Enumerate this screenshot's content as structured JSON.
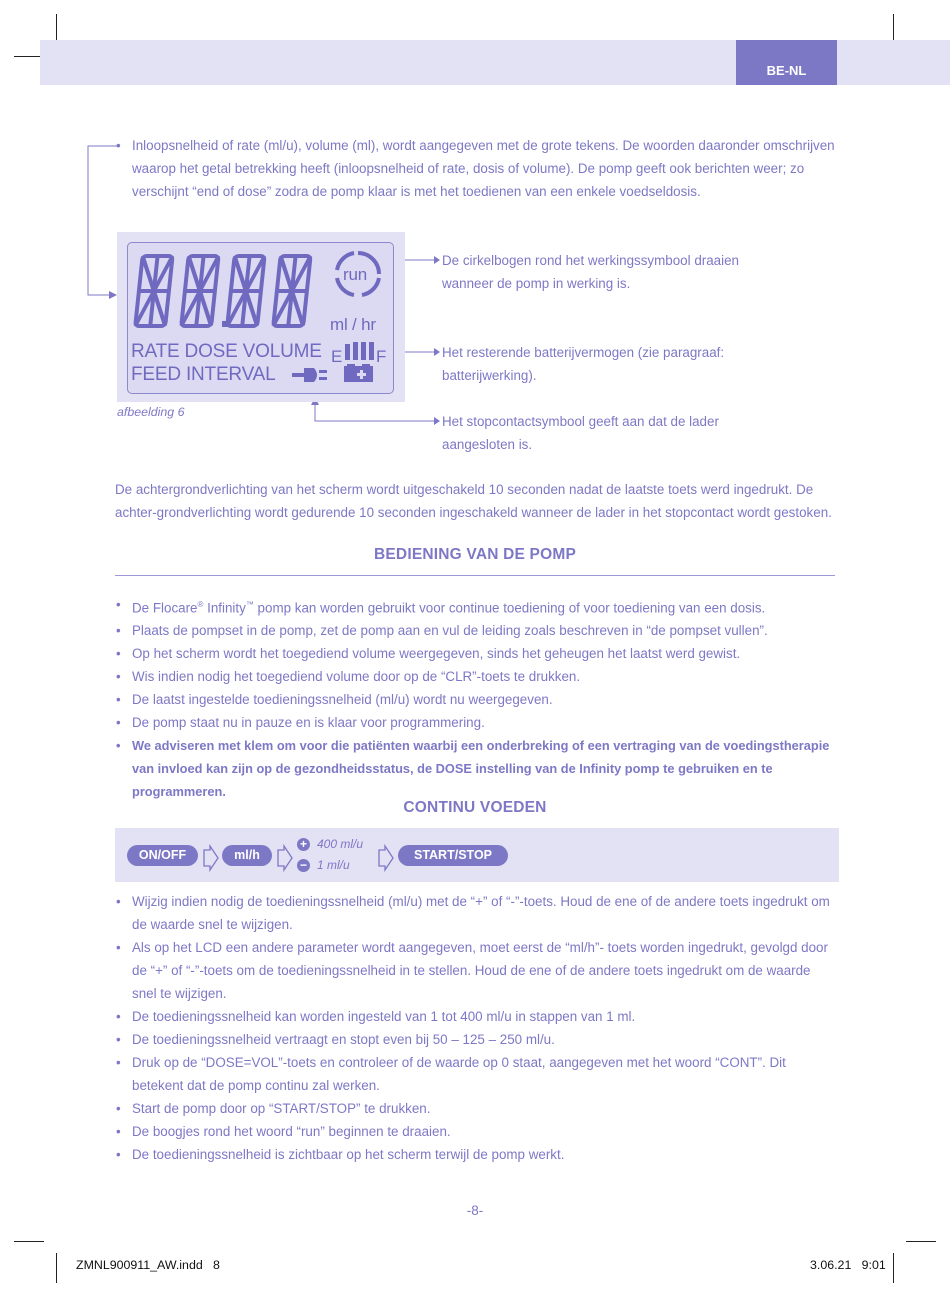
{
  "header": {
    "lang": "BE-NL"
  },
  "intro_bullet": "Inloopsnelheid of rate (ml/u), volume (ml), wordt aangegeven met de grote tekens. De woorden daaronder omschrijven waarop het getal betrekking heeft (inloopsnelheid of rate, dosis of volume). De pomp geeft ook berichten weer; zo verschijnt “end of dose” zodra de pomp klaar is met het toedienen van een enkele voedseldosis.",
  "lcd": {
    "digits": "88.88",
    "run": "run",
    "unit": "ml / hr",
    "line1": "RATE DOSE VOLUME",
    "line2": "FEED INTERVAL",
    "battery_empty": "E",
    "battery_full": "F"
  },
  "figure_caption": "afbeelding 6",
  "callouts": {
    "run": "De cirkelbogen rond het werkingssymbool draaien wanneer de pomp in werking is.",
    "battery": "Het resterende batterijvermogen (zie paragraaf: batterijwerking).",
    "plug": "Het stopcontactsymbool geeft aan dat de lader aangesloten is."
  },
  "backlight_text": "De achtergrondverlichting van het scherm wordt uitgeschakeld 10 seconden nadat de laatste toets werd ingedrukt. De achter-grondverlichting wordt gedurende 10 seconden ingeschakeld wanneer de lader in het stopcontact wordt gestoken.",
  "section1": {
    "title": "BEDIENING VAN DE POMP",
    "first_bullet": {
      "before": "De Flocare",
      "reg": "®",
      "brand": " Infinity",
      "tm": "™",
      "after": " pomp kan worden gebruikt voor continue toediening of voor toediening van een dosis."
    },
    "bullets": [
      "Plaats de pompset in de pomp, zet de pomp aan en vul de leiding zoals beschreven in “de pompset vullen”.",
      "Op het scherm wordt het toegediend volume weergegeven, sinds het geheugen het laatst werd gewist.",
      "Wis indien nodig het toegediend volume door op de “CLR”-toets te drukken.",
      "De laatst ingestelde toedieningssnelheid (ml/u) wordt nu weergegeven.",
      "De pomp staat nu in pauze en is klaar voor programmering."
    ],
    "bold_bullet": "We adviseren met klem om voor die patiënten waarbij een onderbreking of een vertraging van de voedingstherapie van invloed kan zijn op de gezondheidsstatus, de DOSE instelling van de Infinity pomp te gebruiken en te programmeren."
  },
  "section2": {
    "title": "CONTINU VOEDEN",
    "flow": {
      "onoff": "ON/OFF",
      "mlh": "ml/h",
      "plus": "+",
      "minus": "−",
      "max": "400 ml/u",
      "min": "1 ml/u",
      "startstop": "START/STOP"
    },
    "bullets": [
      "Wijzig indien nodig de toedieningssnelheid (ml/u) met de “+” of “-”-toets. Houd de ene of de andere toets ingedrukt om de waarde snel te wijzigen.",
      "Als op het LCD een andere parameter wordt aangegeven, moet eerst de “ml/h”- toets worden ingedrukt, gevolgd door de “+” of “-”-toets om de toedieningssnelheid in te stellen. Houd de ene of de andere toets ingedrukt om de waarde snel te wijzigen.",
      "De toedieningssnelheid kan worden ingesteld van 1 tot 400 ml/u in stappen van 1 ml.",
      "De toedieningssnelheid vertraagt en stopt even bij 50 – 125 – 250 ml/u.",
      "Druk op de “DOSE=VOL”-toets en controleer of de waarde op 0 staat, aangegeven met het woord “CONT”. Dit betekent dat de pomp continu zal werken.",
      "Start de pomp door op “START/STOP” te drukken.",
      "De boogjes rond het woord “run” beginnen te draaien.",
      "De toedieningssnelheid is zichtbaar op het scherm terwijl de pomp werkt."
    ]
  },
  "page_number": "-8-",
  "footer": {
    "file": "ZMNL900911_AW.indd   8",
    "stamp": "3.06.21   9:01"
  },
  "colors": {
    "accent": "#7d78c6",
    "band": "#e3e1f4"
  }
}
